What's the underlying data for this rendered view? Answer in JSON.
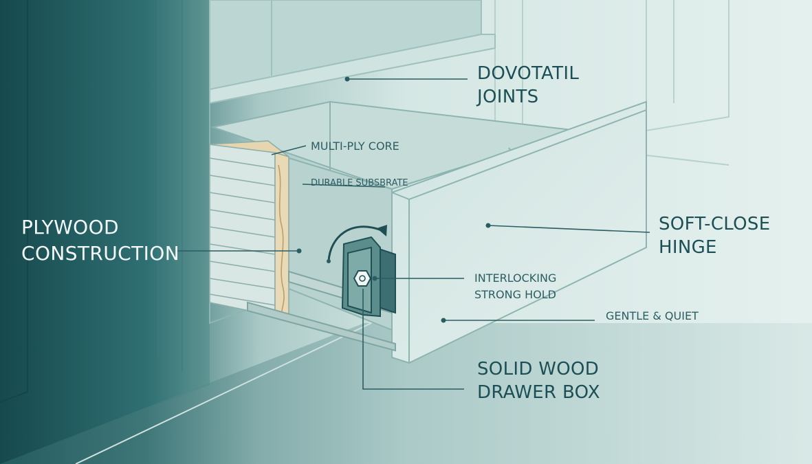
{
  "labels": {
    "plywood_construction": [
      "PLYWOOD",
      "CONSTRUCTION"
    ],
    "dovotatil_joints": [
      "DOVOTATIL",
      "JOINTS"
    ],
    "multi_ply_core": "MULTI-PLY CORE",
    "durable_subsbrate": "DURABLE SUBSBRATE",
    "soft_close_hinge": [
      "SOFT-CLOSE",
      "HINGE"
    ],
    "interlocking_strong_hold": [
      "INTERLOCKING",
      "STRONG HOLD"
    ],
    "gentle_quiet": "GENTLE & QUIET",
    "solid_wood_drawer_box": [
      "SOLID WOOD",
      "DRAWER BOX"
    ]
  },
  "colors": {
    "background": "#dcebe8",
    "cabinet_dark": "#1d5a5e",
    "line": "#2a5c62",
    "text_dark": "#1c4f55",
    "text_light": "#f4faf9"
  }
}
